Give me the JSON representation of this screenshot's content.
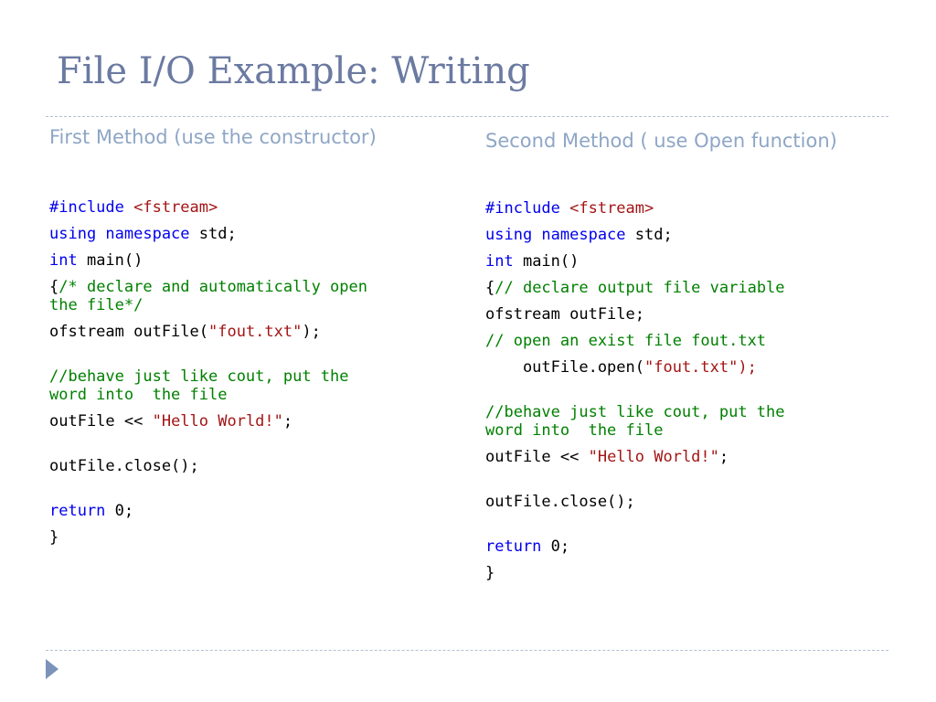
{
  "slide": {
    "title": "File I/O Example: Writing"
  },
  "left": {
    "heading": "First Method (use the constructor)",
    "code": {
      "l1_kw": "#include",
      "l1_str": " <fstream>",
      "l2_kw": "using namespace",
      "l2_rest": " std;",
      "l3_kw": "int",
      "l3_rest": " main()",
      "l4_brace": "{",
      "l4_cm": "/* declare and automatically open",
      "l5_cm": "the file*/",
      "l6_a": "ofstream outFile(",
      "l6_str": "\"fout.txt\"",
      "l6_b": ");",
      "l7_cm": "//behave just like cout, put the",
      "l8_cm": "word into  the file",
      "l9_a": "outFile << ",
      "l9_str": "\"Hello World!\"",
      "l9_b": ";",
      "l10": "outFile.close();",
      "l11_kw": "return",
      "l11_rest": " 0;",
      "l12": "}"
    }
  },
  "right": {
    "heading": "Second Method ( use Open function)",
    "code": {
      "l1_kw": "#include",
      "l1_str": " <fstream>",
      "l2_kw": "using namespace",
      "l2_rest": " std;",
      "l3_kw": "int",
      "l3_rest": " main()",
      "l4_brace": "{",
      "l4_cm": "// declare output file variable",
      "l5": "ofstream outFile;",
      "l6_cm": "// open an exist file fout.txt",
      "l7_a": "    outFile.open(",
      "l7_str": "\"fout.txt\");",
      "l8_cm": "//behave just like cout, put the",
      "l9_cm": "word into  the file",
      "l10_a": "outFile << ",
      "l10_str": "\"Hello World!\"",
      "l10_b": ";",
      "l11": "outFile.close();",
      "l12_kw": "return",
      "l12_rest": " 0;",
      "l13": "}"
    }
  },
  "icons": {
    "bullet": "triangle-bullet-icon"
  },
  "colors": {
    "title": "#6b7aa1",
    "heading": "#8ea6c6",
    "keyword": "#0000ee",
    "string": "#a31515",
    "comment": "#008000",
    "divider": "#b4bfd3",
    "marker": "#7b93b9"
  }
}
